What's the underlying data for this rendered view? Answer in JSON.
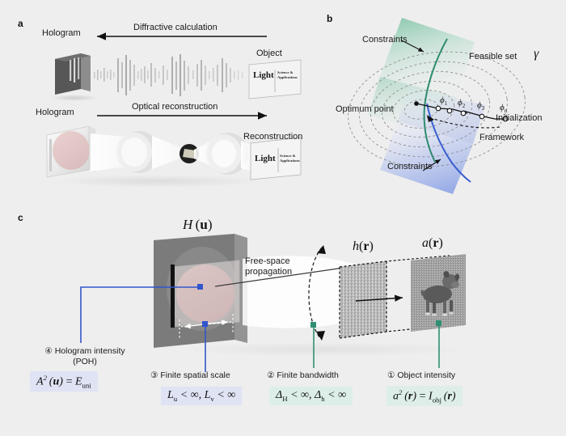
{
  "figure": {
    "background_color": "#eeeeee",
    "panels": [
      "a",
      "b",
      "c"
    ]
  },
  "panel_a": {
    "letter": "a",
    "row1": {
      "left_label": "Hologram",
      "arrow_label": "Diffractive calculation",
      "arrow_direction": "left",
      "right_label": "Object",
      "logo_main": "Light",
      "logo_sub_line1": "Science &",
      "logo_sub_line2": "Applications"
    },
    "row2": {
      "left_label": "Hologram",
      "arrow_label": "Optical reconstruction",
      "arrow_direction": "right",
      "right_label": "Reconstruction",
      "logo_main": "Light",
      "logo_sub_line1": "Science &",
      "logo_sub_line2": "Applications"
    }
  },
  "panel_b": {
    "letter": "b",
    "constraints_top": "Constraints",
    "constraints_bottom": "Constraints",
    "feasible_set": "Feasible set",
    "feasible_set_symbol": "γ",
    "optimum_point": "Optimum point",
    "initialization": "Initialization",
    "framework": "Framework",
    "phi_labels": [
      "ϕ",
      "ϕ",
      "ϕ",
      "ϕ"
    ],
    "phi_subscripts": [
      "1",
      "2",
      "3",
      "n"
    ],
    "plane_green_color": "#8fc9b4",
    "plane_blue_color": "#9fb0e8",
    "curve_green_color": "#2e8b6f",
    "curve_blue_color": "#3a5fd0"
  },
  "panel_c": {
    "letter": "c",
    "hologram_plane_label_fn": "H",
    "hologram_plane_label_arg": "u",
    "mid_plane_label_fn": "h",
    "mid_plane_label_arg": "r",
    "object_plane_label_fn": "a",
    "object_plane_label_arg": "r",
    "propagation_label_line1": "Free-space",
    "propagation_label_line2": "propagation",
    "callouts": [
      {
        "id": "4",
        "marker": "④",
        "title_line1": "Hologram intensity",
        "title_line2": "(POH)",
        "equation_html": "A<sup>2</sup> (<b>u</b>) = E<sub>uni</sub>",
        "box_style": "blue",
        "leader_color": "#3355cc"
      },
      {
        "id": "3",
        "marker": "③",
        "title_line1": "Finite spatial scale",
        "title_line2": "",
        "equation_html": "L<sub>u</sub> < ∞, L<sub>v</sub> < ∞",
        "box_style": "blue",
        "leader_color": "#3355cc"
      },
      {
        "id": "2",
        "marker": "②",
        "title_line1": "Finite bandwidth",
        "title_line2": "",
        "equation_html": "Δ<sub>H</sub> < ∞, Δ<sub>h</sub> < ∞",
        "box_style": "green",
        "leader_color": "#2f8f74"
      },
      {
        "id": "1",
        "marker": "①",
        "title_line1": "Object intensity",
        "title_line2": "",
        "equation_html": "a<sup>2</sup> (<b>r</b>) = I<sub>obj</sub> (<b>r</b>)",
        "box_style": "green",
        "leader_color": "#2f8f74"
      }
    ]
  }
}
